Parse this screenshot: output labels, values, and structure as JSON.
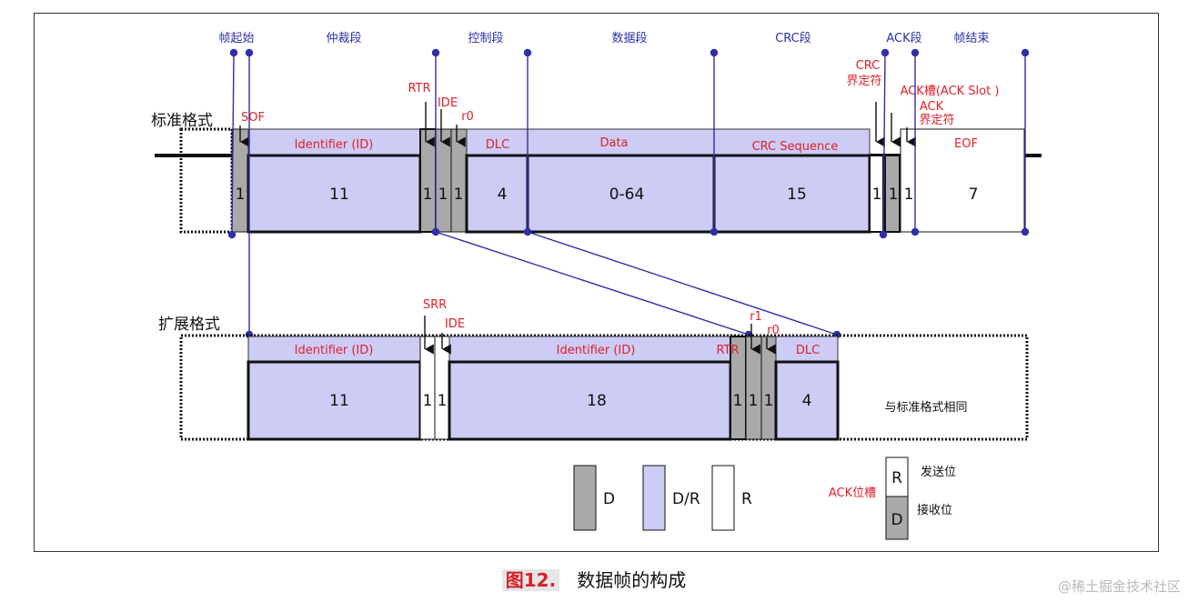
{
  "segments": {
    "frame_start": "帧起始",
    "arbitration": "仲裁段",
    "control": "控制段",
    "data": "数据段",
    "crc": "CRC段",
    "ack": "ACK段",
    "frame_end": "帧结束"
  },
  "rows": {
    "standard": "标准格式",
    "extended": "扩展格式"
  },
  "standard": {
    "labels": {
      "sof": "SOF",
      "identifier": "Identifier (ID)",
      "rtr": "RTR",
      "ide": "IDE",
      "r0": "r0",
      "dlc": "DLC",
      "data": "Data",
      "crc_sequence": "CRC Sequence",
      "crc_delimiter": "CRC\n界定符",
      "ack_slot": "ACK槽(ACK Slot )",
      "ack_delimiter": "ACK\n界定符",
      "eof": "EOF"
    },
    "bits": {
      "sof": "1",
      "identifier": "11",
      "rtr": "1",
      "ide": "1",
      "r0": "1",
      "dlc": "4",
      "data": "0-64",
      "crc_sequence": "15",
      "crc_delimiter": "1",
      "ack_slot": "1",
      "ack_delimiter": "1",
      "eof": "7"
    }
  },
  "extended": {
    "labels": {
      "identifier_base": "Identifier (ID)",
      "srr": "SRR",
      "ide": "IDE",
      "identifier_ext": "Identifier (ID)",
      "rtr": "RTR",
      "r1": "r1",
      "r0": "r0",
      "dlc": "DLC",
      "same_as_standard": "与标准格式相同"
    },
    "bits": {
      "identifier_base": "11",
      "srr": "1",
      "ide": "1",
      "identifier_ext": "18",
      "rtr": "1",
      "r1": "1",
      "r0": "1",
      "dlc": "4"
    }
  },
  "legend": {
    "dominant": "D",
    "dominant_recessive": "D/R",
    "recessive": "R",
    "ack_slot": "ACK位槽",
    "ack_r": "R",
    "ack_d": "D",
    "send_bit": "发送位",
    "recv_bit": "接收位"
  },
  "caption": {
    "number": "图12.",
    "text": "数据帧的构成"
  },
  "watermark": "@稀土掘金技术社区",
  "colors": {
    "dominant": "#a9a9a9",
    "dr": "#ccccf5",
    "recessive": "#ffffff",
    "line_blue": "#2f2fa8",
    "label_red": "#e0202a"
  }
}
